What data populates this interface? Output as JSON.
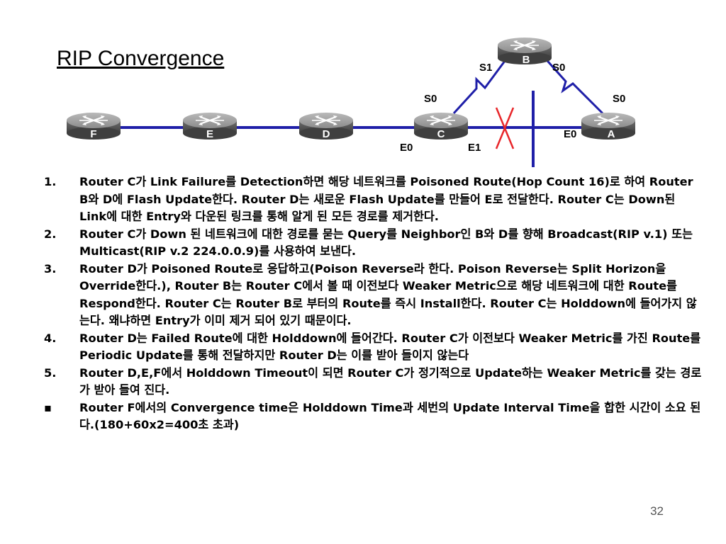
{
  "title": "RIP Convergence",
  "routers": {
    "F": "F",
    "E": "E",
    "D": "D",
    "C": "C",
    "A": "A",
    "B": "B"
  },
  "interfaces": {
    "b_s1": "S1",
    "b_s0": "S0",
    "c_s0": "S0",
    "a_s0": "S0",
    "c_e0": "E0",
    "c_e1": "E1",
    "a_e0": "E0"
  },
  "items": [
    {
      "marker": "1.",
      "text": " Router C가 Link Failure를 Detection하면 해당 네트워크를 Poisoned Route(Hop Count 16)로 하여 Router B와 D에 Flash Update한다.  Router D는 새로운 Flash Update를 만들어 E로 전달한다. Router C는 Down된 Link에 대한 Entry와 다운된 링크를 통해 알게 된 모든 경로를 제거한다."
    },
    {
      "marker": "2.",
      "text": "Router C가 Down 된 네트워크에 대한 경로를 묻는 Query를 Neighbor인 B와 D를 향해 Broadcast(RIP v.1) 또는 Multicast(RIP v.2 224.0.0.9)를 사용하여 보낸다."
    },
    {
      "marker": "3.",
      "text": "Router D가 Poisoned Route로 응답하고(Poison Reverse라 한다. Poison Reverse는 Split Horizon을 Override한다.), Router B는 Router C에서 볼 때 이전보다 Weaker Metric으로 해당 네트워크에 대한 Route를 Respond한다. Router C는 Router B로 부터의 Route를 즉시 Install한다. Router C는 Holddown에 들어가지 않는다. 왜냐하면 Entry가 이미 제거 되어 있기 때문이다."
    },
    {
      "marker": "4.",
      "text": "Router D는 Failed Route에 대한 Holddown에 들어간다. Router C가 이전보다 Weaker Metric를 가진 Route를 Periodic Update를 통해 전달하지만 Router D는 이를 받아 들이지 않는다"
    },
    {
      "marker": "5.",
      "text": "Router D,E,F에서 Holddown Timeout이 되면 Router C가 정기적으로 Update하는 Weaker Metric를 갖는 경로가 받아 들여 진다."
    },
    {
      "marker": "▪",
      "text": " Router F에서의 Convergence time은 Holddown Time과 세번의  Update Interval Time을 합한 시간이 소요 된다.(180+60x2=400초 초과)"
    }
  ],
  "page_number": "32",
  "colors": {
    "link": "#1f1fa8",
    "failure": "#e8262a",
    "router_dark": "#5a5a5a"
  }
}
